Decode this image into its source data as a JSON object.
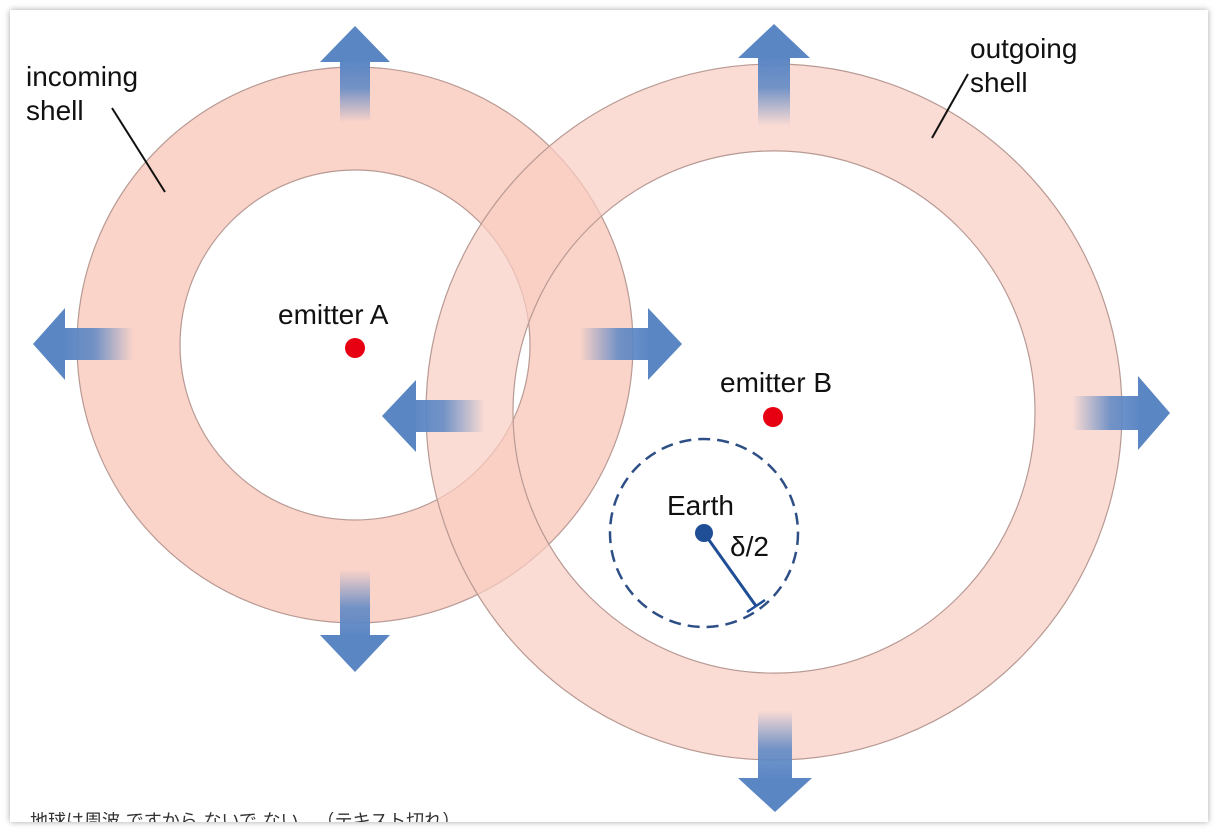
{
  "diagram": {
    "labels": {
      "incoming_line1": "incoming",
      "incoming_line2": "shell",
      "outgoing_line1": "outgoing",
      "outgoing_line2": "shell",
      "emitter_a": "emitter A",
      "emitter_b": "emitter B",
      "earth": "Earth",
      "delta": "δ/2"
    },
    "colors": {
      "shell_fill": "#f9cdc2",
      "shell_stroke": "#b89a94",
      "emitter": "#e60012",
      "earth": "#1f4e96",
      "dashed_circle": "#2e4f86",
      "arrow": "#5b86c4"
    }
  },
  "caption": "地球は周波 ですから ないで ない…（テキスト切れ）"
}
